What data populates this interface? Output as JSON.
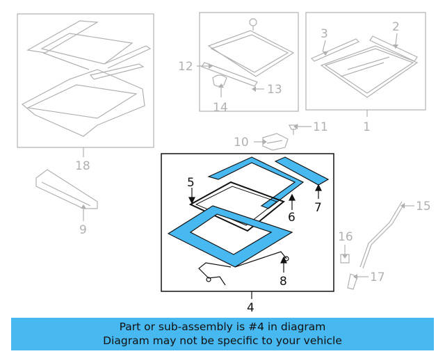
{
  "callouts": {
    "c1": "1",
    "c2": "2",
    "c3": "3",
    "c4": "4",
    "c5": "5",
    "c6": "6",
    "c7": "7",
    "c8": "8",
    "c9": "9",
    "c10": "10",
    "c11": "11",
    "c12": "12",
    "c13": "13",
    "c14": "14",
    "c15": "15",
    "c16": "16",
    "c17": "17",
    "c18": "18"
  },
  "banner": {
    "line1": "Part or sub-assembly is #4 in diagram",
    "line2": "Diagram may not be specific to your vehicle"
  },
  "colors": {
    "highlight": "#47b8f0",
    "ghost_line": "#b0b0b0",
    "outline": "#111111"
  }
}
